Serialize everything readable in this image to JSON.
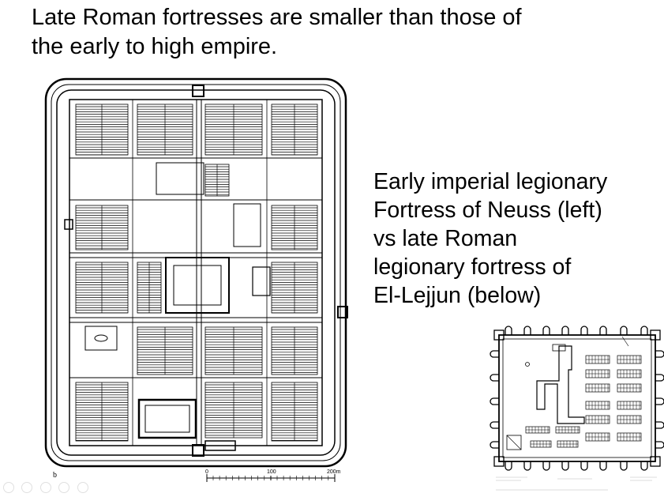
{
  "slide": {
    "title_lines": [
      "Late Roman fortresses are smaller than those of",
      "the early to high empire."
    ],
    "side_text_lines": [
      "Early imperial legionary",
      "Fortress of Neuss (left)",
      "vs late Roman",
      "legionary fortress of",
      "El-Lejjun (below)"
    ]
  },
  "neuss_plan": {
    "figure_letter": "b",
    "scale_labels": [
      "0",
      "100",
      "200m"
    ]
  },
  "colors": {
    "ink": "#000000",
    "background": "#ffffff"
  }
}
